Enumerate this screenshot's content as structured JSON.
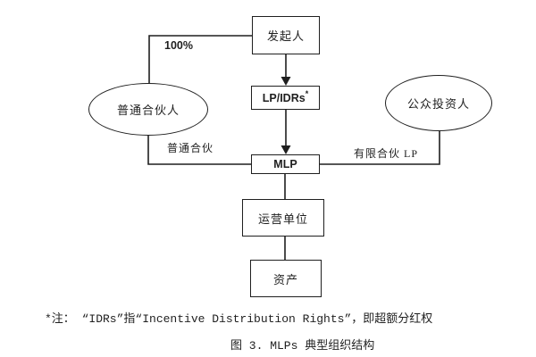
{
  "page": {
    "background": "#ffffff",
    "line_color": "#1f1f1f"
  },
  "diagram": {
    "nodes": {
      "sponsor": "发起人",
      "lp_idrs": "LP/IDRs",
      "lp_idrs_sup": "*",
      "mlp": "MLP",
      "operating_unit": "运营单位",
      "assets": "资产",
      "general_partner": "普通合伙人",
      "public_investors": "公众投资人"
    },
    "edge_labels": {
      "ownership_percent": "100%",
      "general_partnership": "普通合伙",
      "limited_partnership": "有限合伙 LP"
    }
  },
  "footer": {
    "note": "*注： “IDRs”指“Incentive Distribution Rights”，即超额分红权",
    "caption": "图 3. MLPs 典型组织结构"
  }
}
